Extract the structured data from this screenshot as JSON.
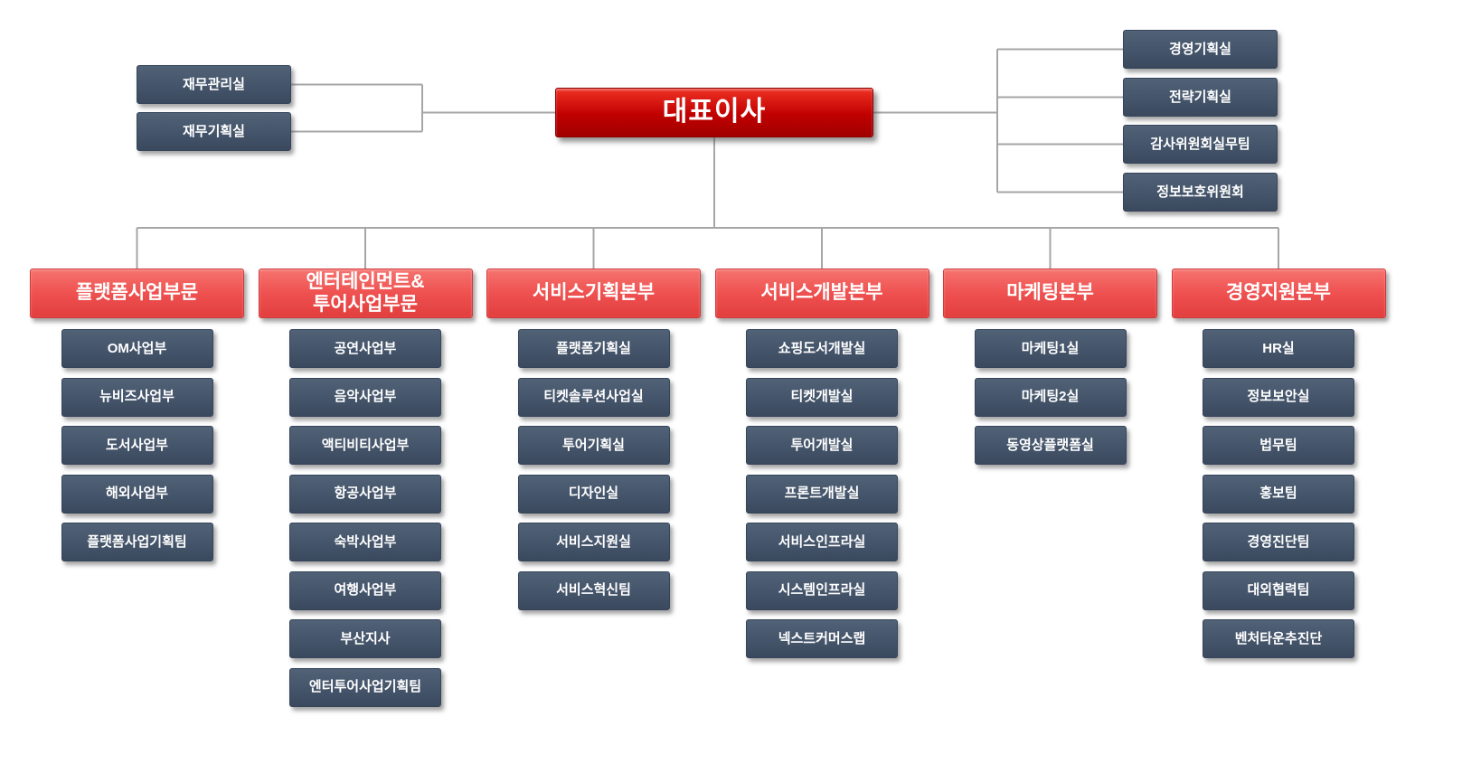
{
  "colors": {
    "background": "#ffffff",
    "ceo_bg": "#c00000",
    "division_bg": "#ee5150",
    "dept_bg": "#44546a",
    "line": "#a6a6a6",
    "text": "#ffffff"
  },
  "ceo": {
    "label": "대표이사"
  },
  "left_staff": {
    "items": [
      "재무관리실",
      "재무기획실"
    ]
  },
  "right_staff": {
    "items": [
      "경영기획실",
      "전략기획실",
      "감사위원회실무팀",
      "정보보호위원회"
    ]
  },
  "divisions": [
    {
      "label": "플랫폼사업부문",
      "departments": [
        "OM사업부",
        "뉴비즈사업부",
        "도서사업부",
        "해외사업부",
        "플랫폼사업기획팀"
      ]
    },
    {
      "label": "엔터테인먼트&\n투어사업부문",
      "departments": [
        "공연사업부",
        "음악사업부",
        "액티비티사업부",
        "항공사업부",
        "숙박사업부",
        "여행사업부",
        "부산지사",
        "엔터투어사업기획팀"
      ]
    },
    {
      "label": "서비스기획본부",
      "departments": [
        "플랫폼기획실",
        "티켓솔루션사업실",
        "투어기획실",
        "디자인실",
        "서비스지원실",
        "서비스혁신팀"
      ]
    },
    {
      "label": "서비스개발본부",
      "departments": [
        "쇼핑도서개발실",
        "티켓개발실",
        "투어개발실",
        "프론트개발실",
        "서비스인프라실",
        "시스템인프라실",
        "넥스트커머스랩"
      ]
    },
    {
      "label": "마케팅본부",
      "departments": [
        "마케팅1실",
        "마케팅2실",
        "동영상플랫폼실"
      ]
    },
    {
      "label": "경영지원본부",
      "departments": [
        "HR실",
        "정보보안실",
        "법무팀",
        "홍보팀",
        "경영진단팀",
        "대외협력팀",
        "벤처타운추진단"
      ]
    }
  ]
}
